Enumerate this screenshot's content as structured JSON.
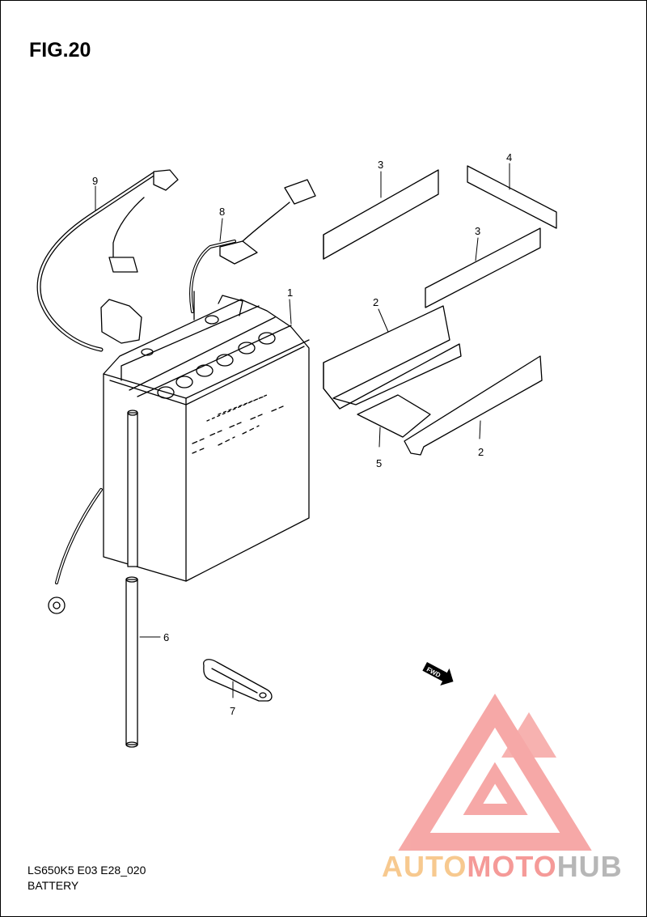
{
  "figure": {
    "title": "FIG.20"
  },
  "footer": {
    "model_code": "LS650K5 E03 E28_020",
    "section_name": "BATTERY"
  },
  "callouts": [
    {
      "id": "callout-1",
      "label": "1"
    },
    {
      "id": "callout-2a",
      "label": "2"
    },
    {
      "id": "callout-2b",
      "label": "2"
    },
    {
      "id": "callout-3a",
      "label": "3"
    },
    {
      "id": "callout-3b",
      "label": "3"
    },
    {
      "id": "callout-4",
      "label": "4"
    },
    {
      "id": "callout-5",
      "label": "5"
    },
    {
      "id": "callout-6",
      "label": "6"
    },
    {
      "id": "callout-7",
      "label": "7"
    },
    {
      "id": "callout-8",
      "label": "8"
    },
    {
      "id": "callout-9",
      "label": "9"
    }
  ],
  "fwd_marker": {
    "label": "FWD",
    "icon": "forward-arrow-icon"
  },
  "watermark": {
    "part_a": "AUTO",
    "part_b": "MOTO",
    "part_c": "HUB",
    "colors": {
      "part_a": "#f7c98f",
      "part_b": "#f59a98",
      "part_c": "#b7b7b7",
      "logo": "#f59a98"
    }
  }
}
